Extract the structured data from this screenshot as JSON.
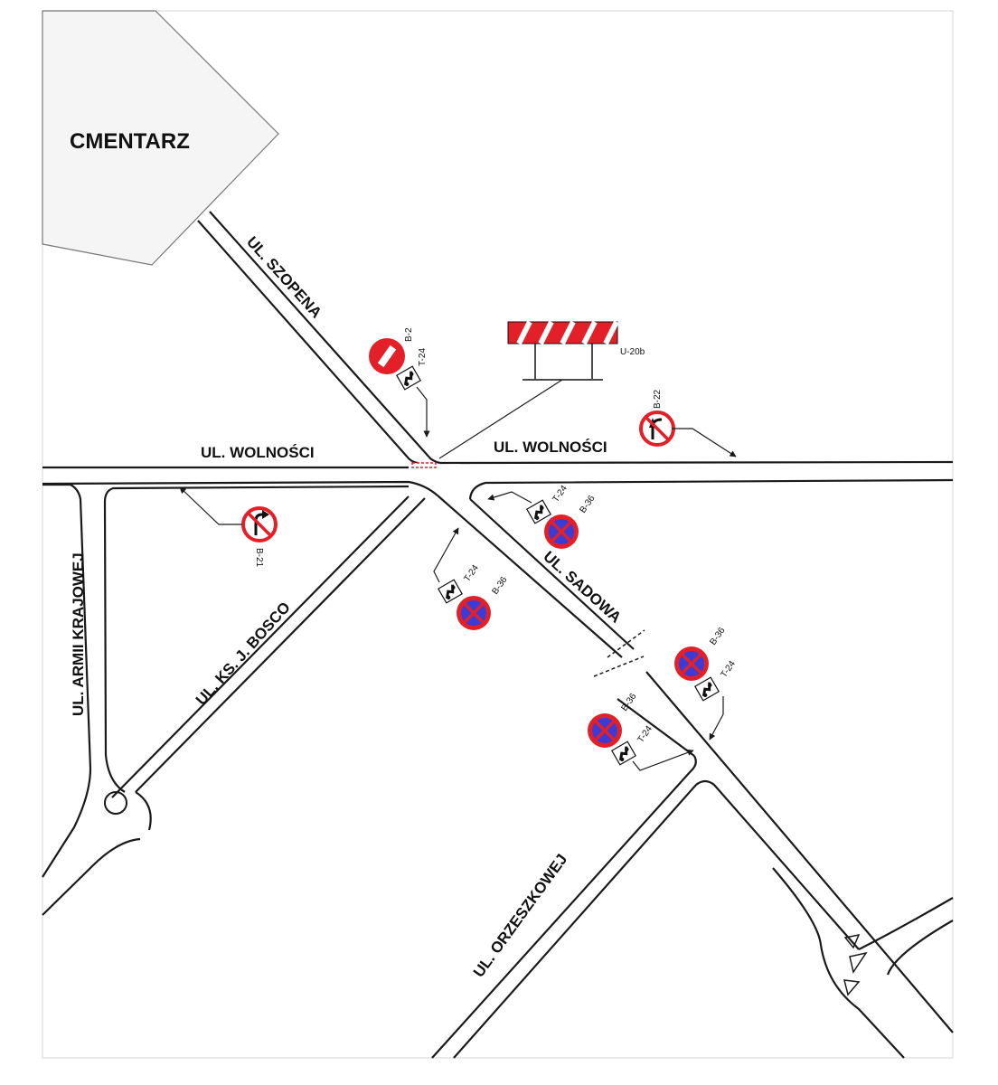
{
  "area_label": "CMENTARZ",
  "streets": {
    "szopena": "UL. SZOPENA",
    "wolnosci_left": "UL. WOLNOŚCI",
    "wolnosci_right": "UL. WOLNOŚCI",
    "armii_krajowej": "UL. ARMII KRAJOWEJ",
    "bosco": "UL. KS. J. BOSCO",
    "sadowa": "UL. SADOWA",
    "orzeszkowej": "UL. ORZESZKOWEJ"
  },
  "signs": {
    "b2": "B-2",
    "t24_a": "T-24",
    "u20b": "U-20b",
    "b22": "B-22",
    "b21": "B-21",
    "t24_b": "T-24",
    "b36_b": "B-36",
    "t24_c": "T-24",
    "b36_c": "B-36",
    "b36_d": "B-36",
    "t24_d": "T-24",
    "b36_e": "B-36",
    "t24_e": "T-24"
  },
  "colors": {
    "prohibition_red": "#e32028",
    "parking_blue": "#3b3bd6",
    "barrier_red": "#e32028"
  }
}
